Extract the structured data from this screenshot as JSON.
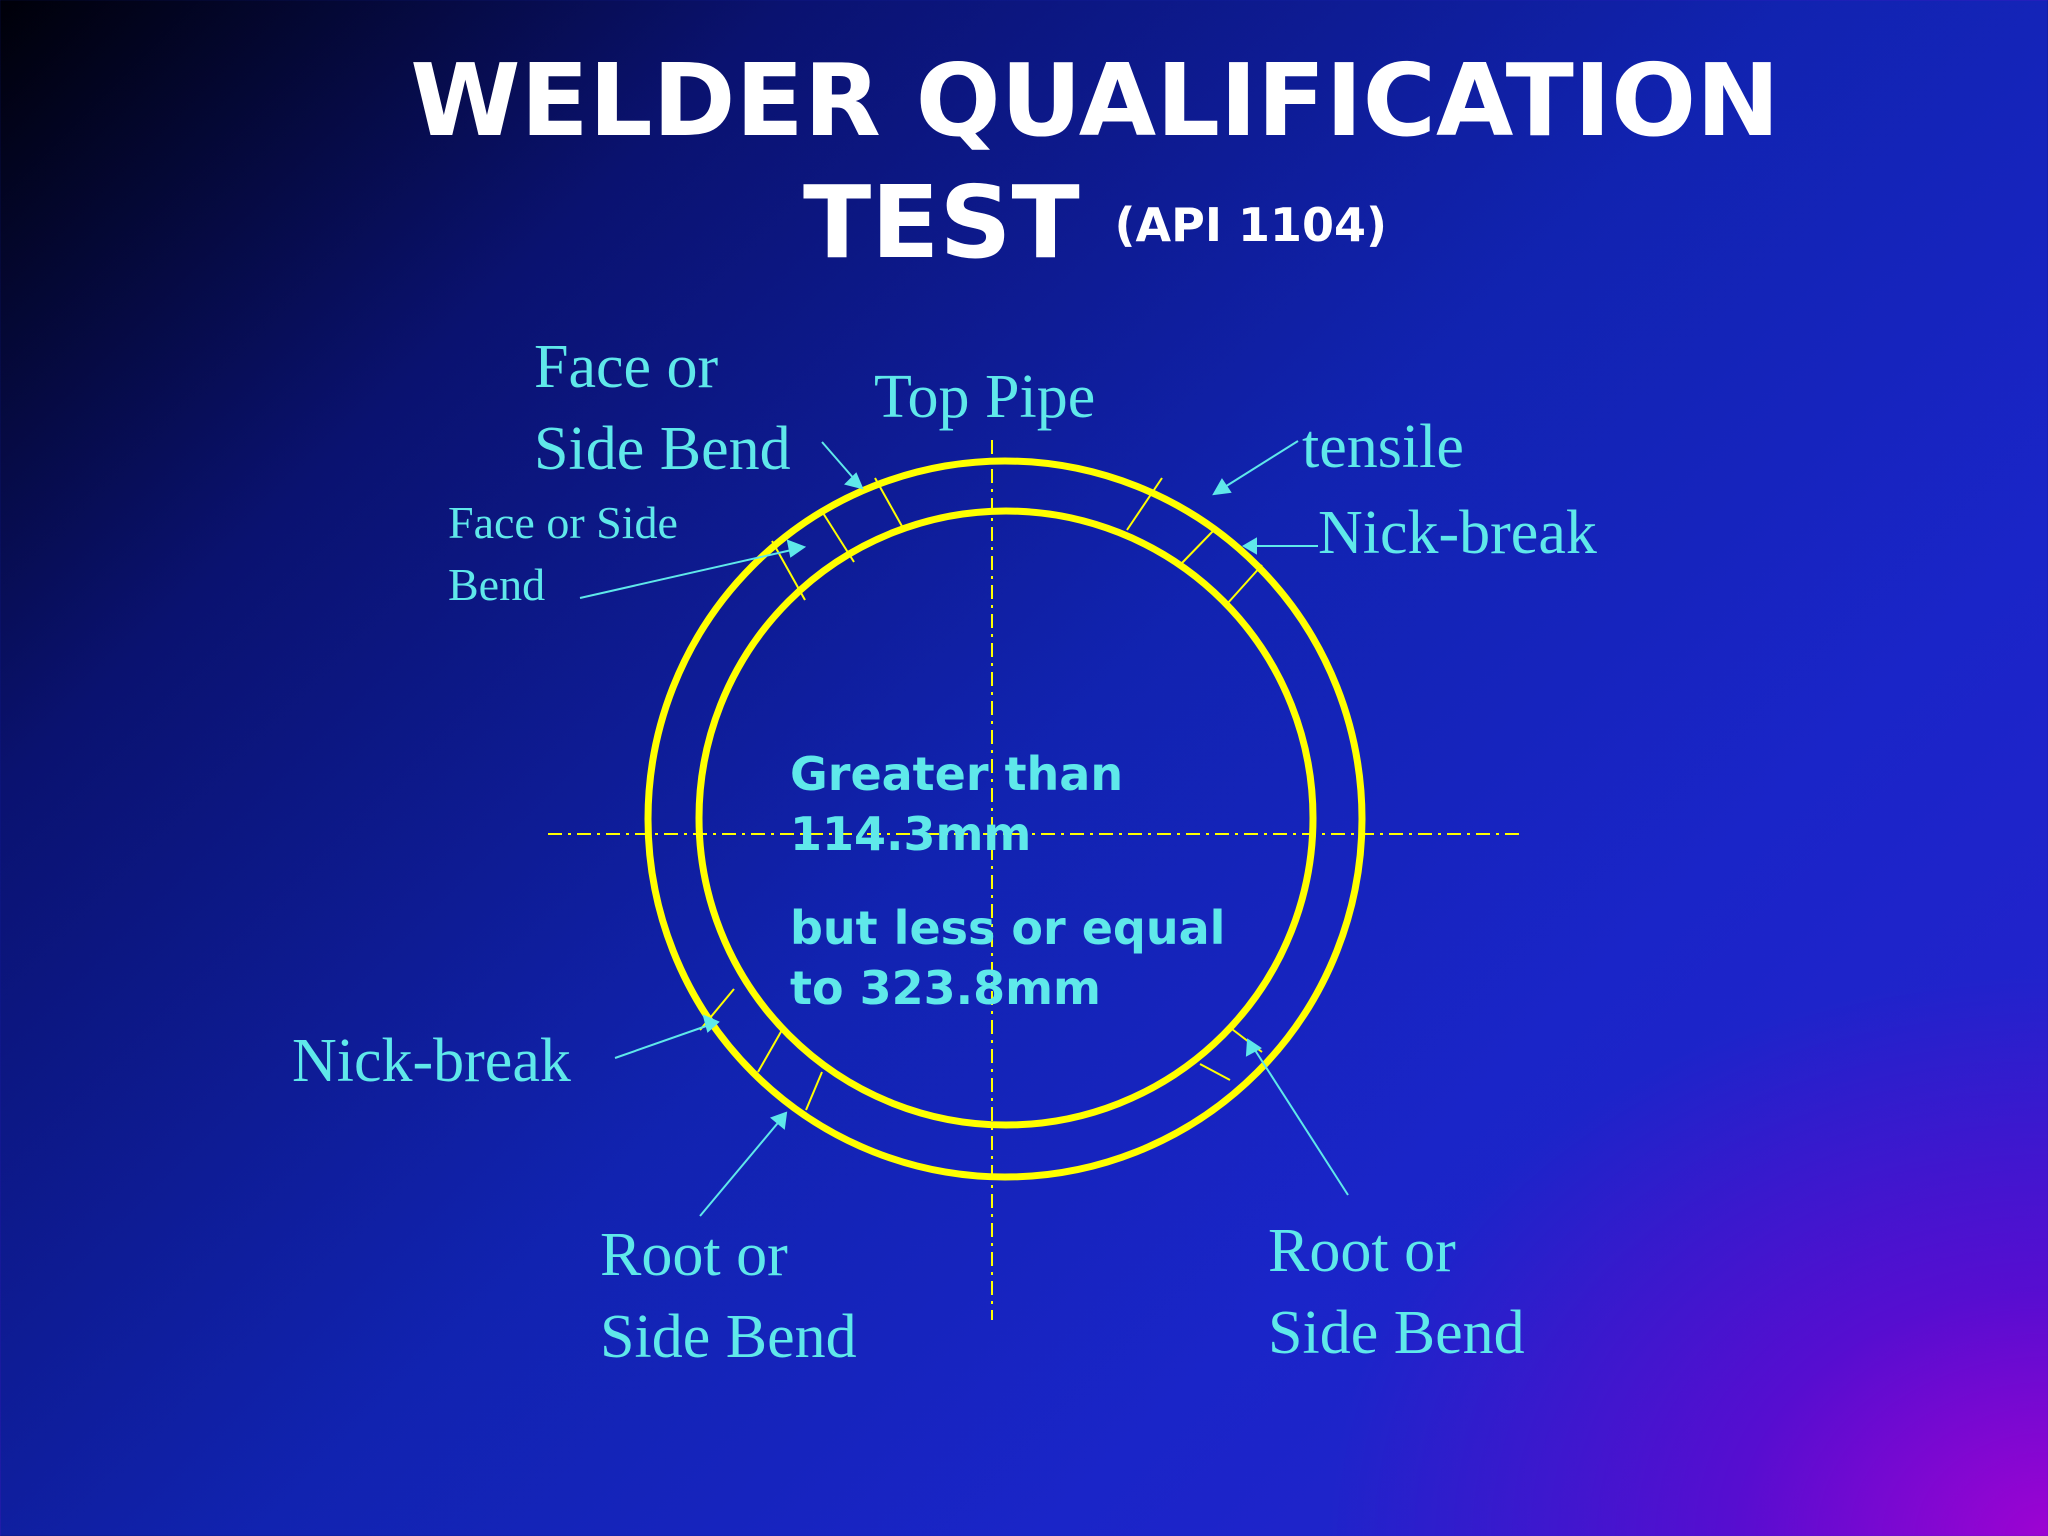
{
  "title": {
    "line1": "WELDER QUALIFICATION",
    "line2": "TEST",
    "suffix": "(API 1104)"
  },
  "labels": {
    "face_side_bend_top": [
      "Face or",
      "Side Bend"
    ],
    "top_pipe": "Top Pipe",
    "tensile": "tensile",
    "nick_break_right": "Nick-break",
    "face_side_bend_small": [
      "Face or Side",
      "Bend"
    ],
    "nick_break_left": "Nick-break",
    "root_side_bend_left": [
      "Root or",
      "Side Bend"
    ],
    "root_side_bend_right": [
      "Root or",
      "Side Bend"
    ]
  },
  "center": {
    "line1": "Greater than",
    "line2": "114.3mm",
    "line3": "but less or equal",
    "line4": "to 323.8mm"
  },
  "colors": {
    "ring": "#ffff00",
    "label": "#5fe8ea",
    "title": "#ffffff"
  }
}
